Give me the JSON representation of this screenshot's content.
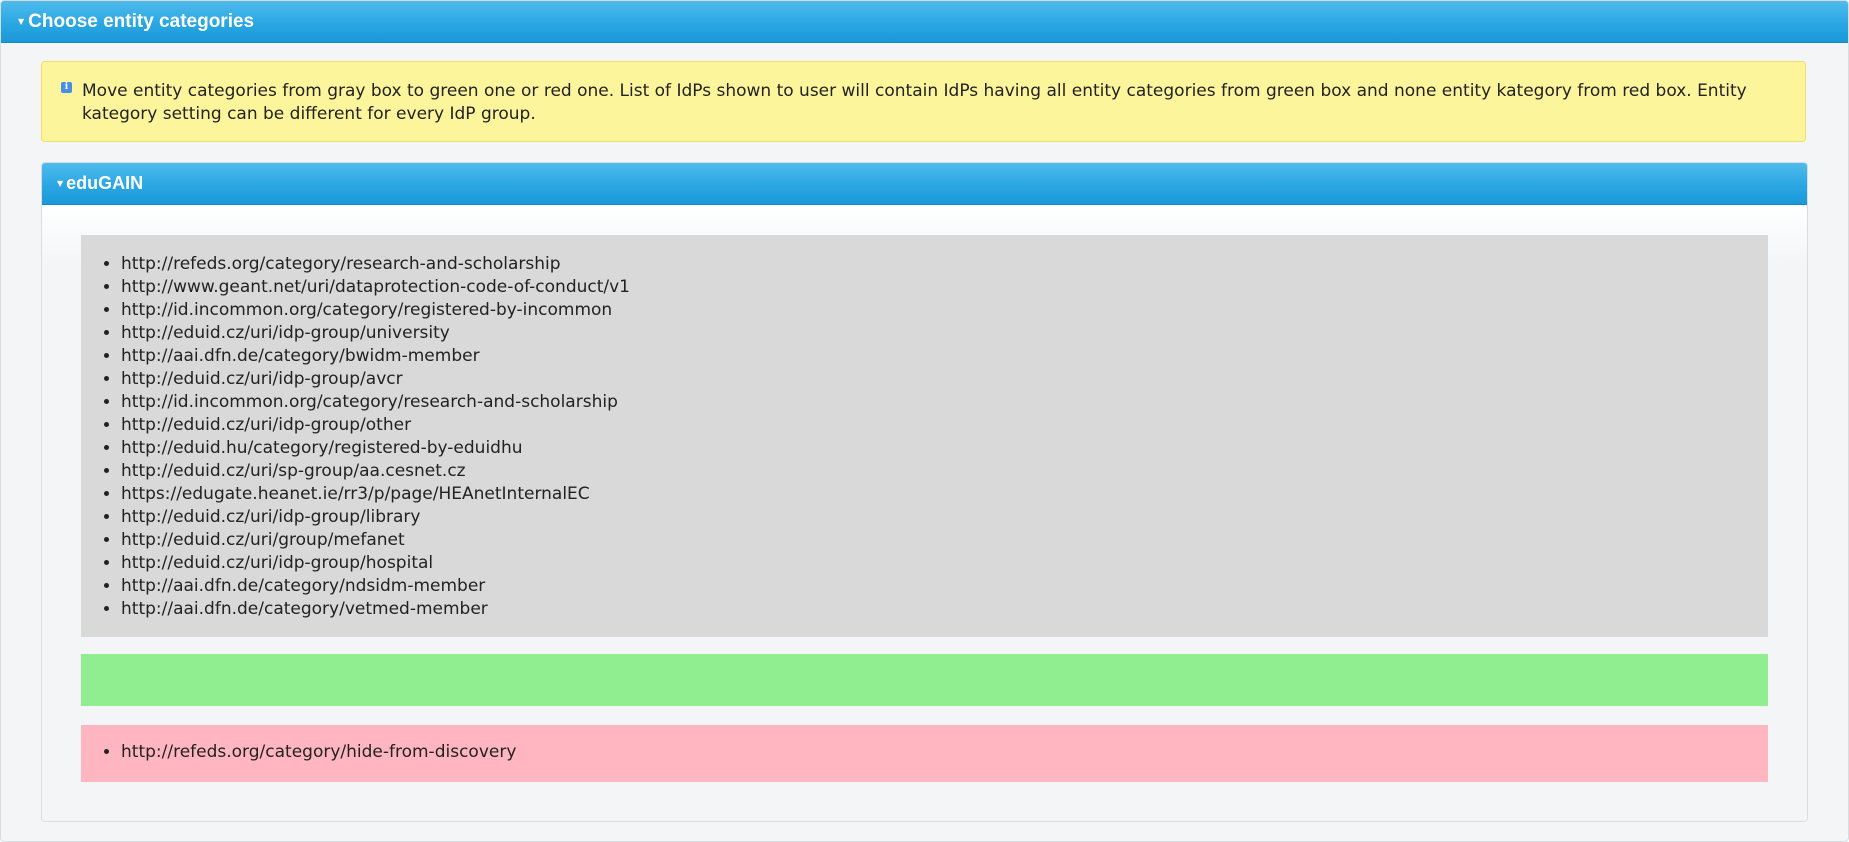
{
  "panel": {
    "title": "Choose entity categories"
  },
  "info": {
    "text": "Move entity categories from gray box to green one or red one. List of IdPs shown to user will contain IdPs having all entity categories from green box and none entity kategory from red box. Entity kategory setting can be different for every IdP group."
  },
  "group": {
    "title": "eduGAIN",
    "gray_box": {
      "items": [
        "http://refeds.org/category/research-and-scholarship",
        "http://www.geant.net/uri/dataprotection-code-of-conduct/v1",
        "http://id.incommon.org/category/registered-by-incommon",
        "http://eduid.cz/uri/idp-group/university",
        "http://aai.dfn.de/category/bwidm-member",
        "http://eduid.cz/uri/idp-group/avcr",
        "http://id.incommon.org/category/research-and-scholarship",
        "http://eduid.cz/uri/idp-group/other",
        "http://eduid.hu/category/registered-by-eduidhu",
        "http://eduid.cz/uri/sp-group/aa.cesnet.cz",
        "https://edugate.heanet.ie/rr3/p/page/HEAnetInternalEC",
        "http://eduid.cz/uri/idp-group/library",
        "http://eduid.cz/uri/group/mefanet",
        "http://eduid.cz/uri/idp-group/hospital",
        "http://aai.dfn.de/category/ndsidm-member",
        "http://aai.dfn.de/category/vetmed-member"
      ]
    },
    "green_box": {
      "items": []
    },
    "red_box": {
      "items": [
        "http://refeds.org/category/hide-from-discovery"
      ]
    }
  },
  "colors": {
    "header_blue": "#2aa7e3",
    "info_yellow": "#fdf59b",
    "gray_box": "#d9d9d9",
    "green_box": "#90ee90",
    "red_box": "#ffb6c1"
  },
  "icons": {
    "panel_toggle": "caret-down-icon",
    "info": "info-icon",
    "group_toggle": "caret-down-icon"
  }
}
